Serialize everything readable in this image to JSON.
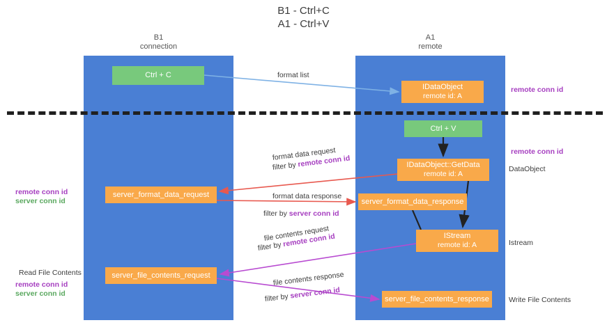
{
  "title": {
    "line1": "B1 - Ctrl+C",
    "line2": "A1 - Ctrl+V"
  },
  "lanes": [
    {
      "id": "b1",
      "name": "B1",
      "role": "connection",
      "color": "#4a7fd4"
    },
    {
      "id": "a1",
      "name": "A1",
      "role": "remote",
      "color": "#4a7fd4"
    }
  ],
  "colors": {
    "lane": "#4a7fd4",
    "green_node": "#78c97c",
    "orange_node": "#f9a94a",
    "purple_text": "#a63fc0",
    "green_text": "#5aa85f",
    "red_arrow": "#e8594f",
    "magenta_arrow": "#b84bd1",
    "blue_arrow": "#7fb2e5",
    "black_arrow": "#222222",
    "divider": "#202020"
  },
  "nodes": {
    "ctrl_c": {
      "line1": "Ctrl + C"
    },
    "idataobject": {
      "line1": "IDataObject",
      "line2": "remote id: A"
    },
    "ctrl_v": {
      "line1": "Ctrl + V"
    },
    "getdata": {
      "line1": "IDataObject::GetData",
      "line2": "remote id: A"
    },
    "server_format_data_request": {
      "line1": "server_format_data_request"
    },
    "server_format_data_response": {
      "line1": "server_format_data_response"
    },
    "istream": {
      "line1": "IStream",
      "line2": "remote id: A"
    },
    "server_file_contents_request": {
      "line1": "server_file_contents_request"
    },
    "server_file_contents_response": {
      "line1": "server_file_contents_response"
    }
  },
  "edge_labels": {
    "format_list": "format list",
    "format_data_request": "format data request",
    "format_data_request_filter_prefix": "filter by ",
    "format_data_request_filter_key": "remote conn id",
    "format_data_response": "format data response",
    "format_data_response_filter_prefix": "filter by ",
    "format_data_response_filter_key": "server conn id",
    "file_contents_request": "file contents request",
    "file_contents_request_filter_prefix": "filter by ",
    "file_contents_request_filter_key": "remote conn id",
    "file_contents_response": "file contents response",
    "file_contents_response_filter_prefix": "filter by ",
    "file_contents_response_filter_key": "server conn id"
  },
  "side_labels": {
    "right_remote_conn_id_top": "remote conn id",
    "right_remote_conn_id_mid": "remote conn id",
    "right_dataobject": "DataObject",
    "right_istream": "Istream",
    "right_write_file_contents": "Write File Contents",
    "left_remote_conn_id": "remote conn id",
    "left_server_conn_id": "server conn id",
    "left_read_file_contents": "Read File Contents",
    "left_remote_conn_id_2": "remote conn id",
    "left_server_conn_id_2": "server conn id"
  }
}
